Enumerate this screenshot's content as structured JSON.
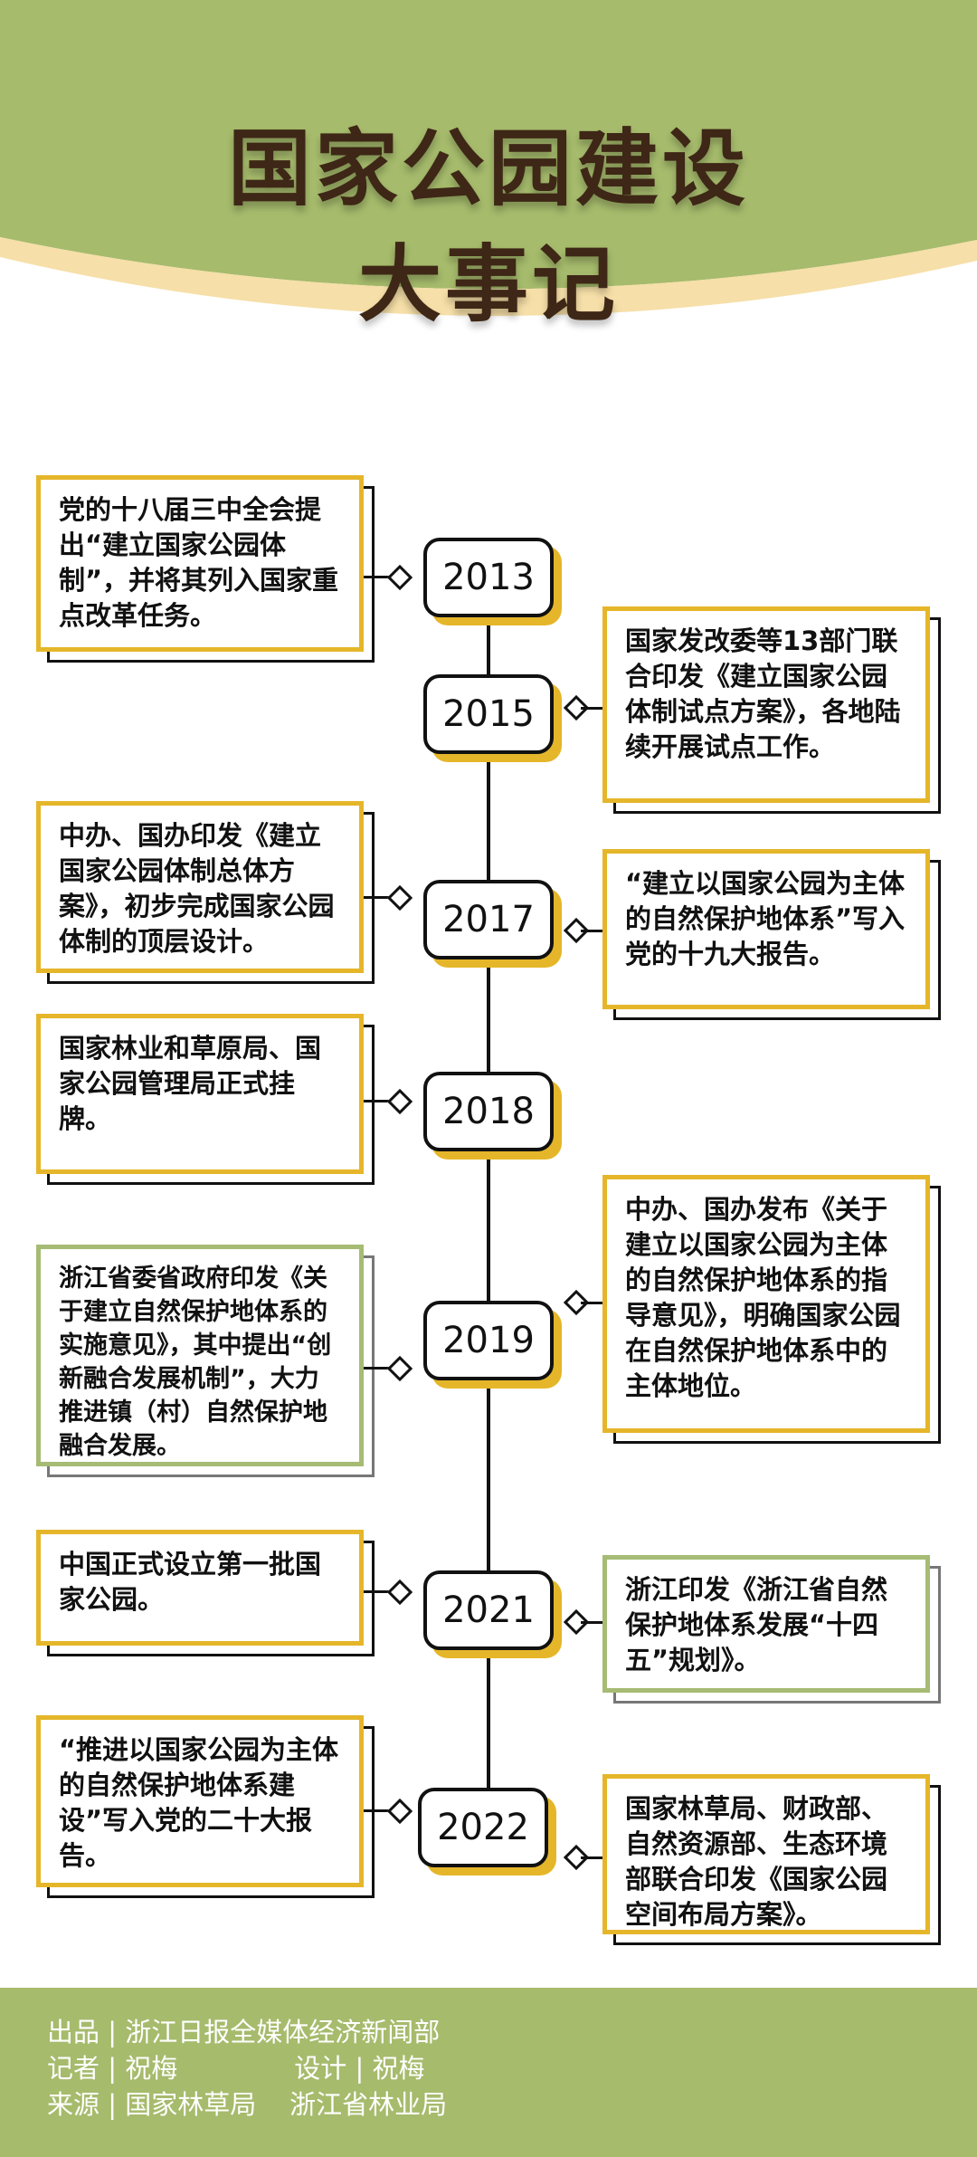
{
  "title": {
    "line1": "国家公园建设",
    "line2": "大事记"
  },
  "colors": {
    "header_green": "#a6bb6c",
    "accent_yellow": "#e5b62a",
    "title_brown": "#3e2716",
    "card_green": "#a6bb74"
  },
  "timeline": [
    {
      "year": "2013",
      "text": "党的十八届三中全会提出“建立国家公园体制”，并将其列入国家重点改革任务。"
    },
    {
      "year": "2015",
      "text": "国家发改委等13部门联合印发《建立国家公园体制试点方案》，各地陆续开展试点工作。"
    },
    {
      "year": "2017",
      "text_left": "中办、国办印发《建立国家公园体制总体方案》，初步完成国家公园体制的顶层设计。",
      "text_right": "“建立以国家公园为主体的自然保护地体系”写入党的十九大报告。"
    },
    {
      "year": "2018",
      "text": "国家林业和草原局、国家公园管理局正式挂牌。"
    },
    {
      "year": "2019",
      "text_left": "浙江省委省政府印发《关于建立自然保护地体系的实施意见》，其中提出“创新融合发展机制”，大力推进镇（村）自然保护地融合发展。",
      "text_right": "中办、国办发布《关于建立以国家公园为主体的自然保护地体系的指导意见》，明确国家公园在自然保护地体系中的主体地位。"
    },
    {
      "year": "2021",
      "text_left": "中国正式设立第一批国家公园。",
      "text_right": "浙江印发《浙江省自然保护地体系发展“十四五”规划》。"
    },
    {
      "year": "2022",
      "text_left": "“推进以国家公园为主体的自然保护地体系建设”写入党的二十大报告。",
      "text_right": "国家林草局、财政部、自然资源部、生态环境部联合印发《国家公园空间布局方案》。"
    }
  ],
  "footer": {
    "line1": "出品 | 浙江日报全媒体经济新闻部",
    "line2": "记者 | 祝梅              设计 | 祝梅",
    "line3": "来源 | 国家林草局    浙江省林业局"
  }
}
